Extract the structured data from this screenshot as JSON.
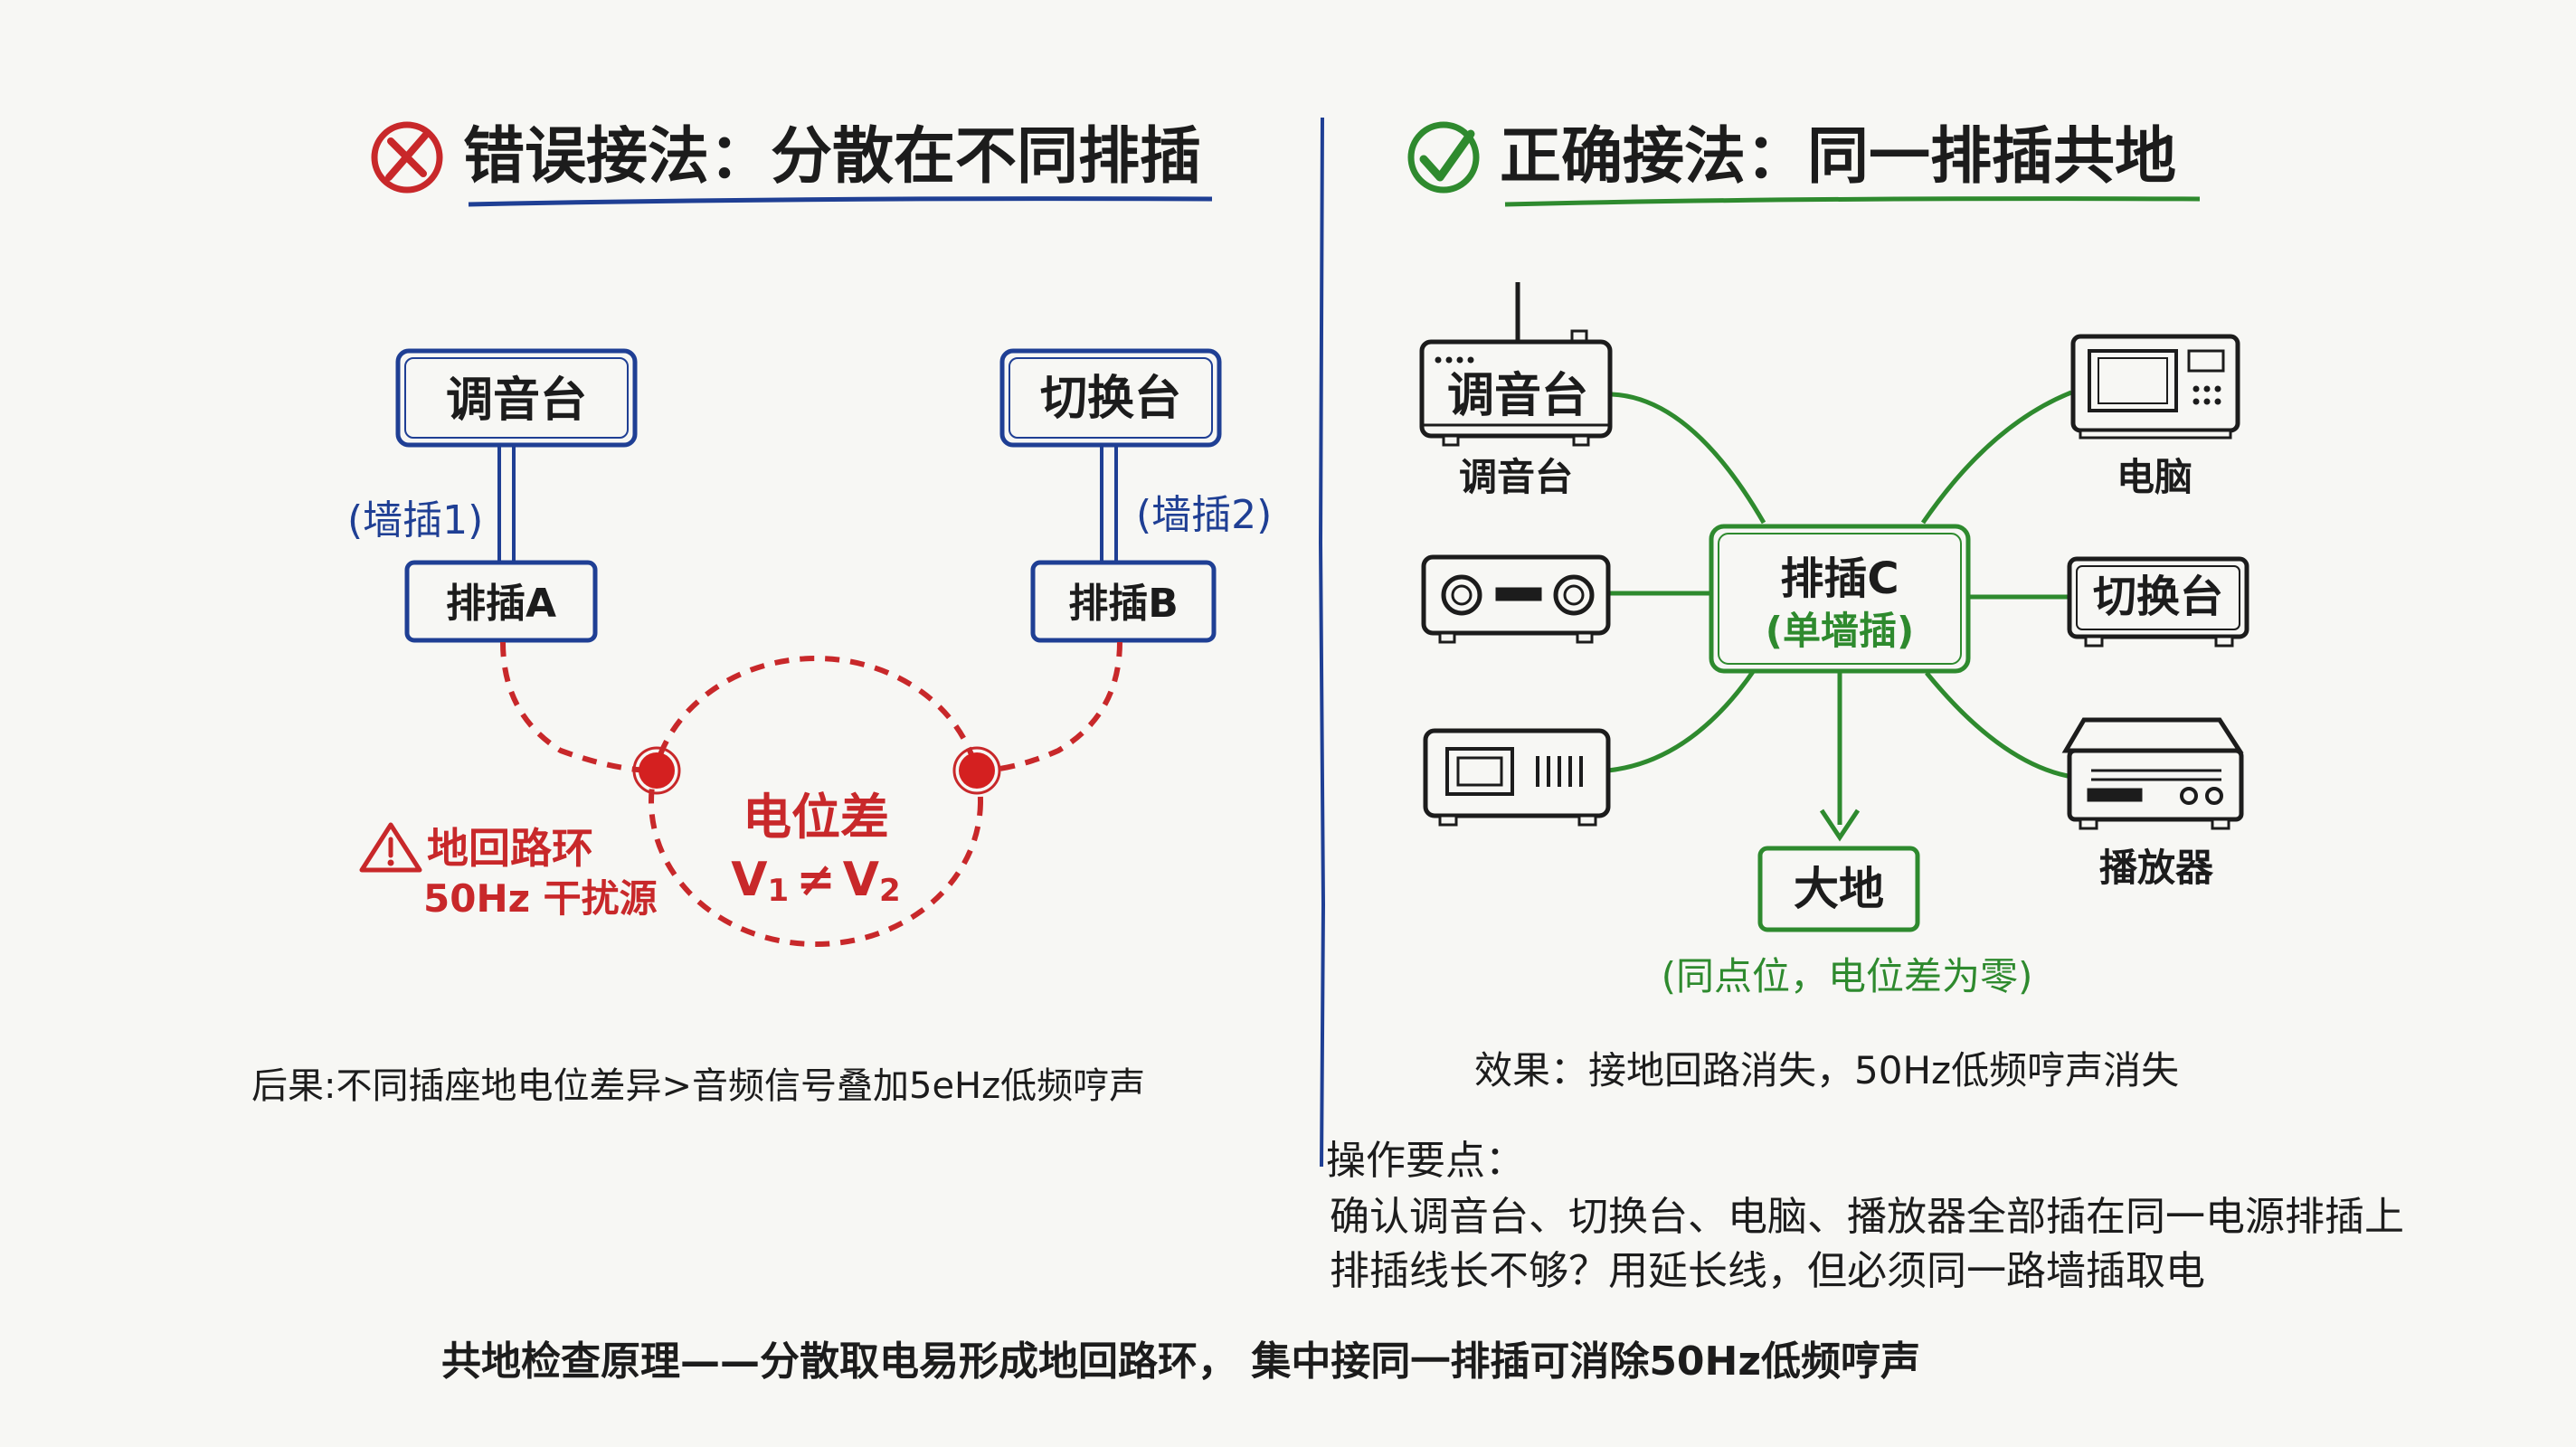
{
  "left": {
    "title": "错误接法：分散在不同排插",
    "mixer": "调音台",
    "switcher": "切换台",
    "wall1": "(墙插1)",
    "wall2": "(墙插2)",
    "strip_a": "排插A",
    "strip_b": "排插B",
    "potential_title": "电位差",
    "potential_v1": "V",
    "potential_v1_sub": "1",
    "potential_neq": "≠",
    "potential_v2": "V",
    "potential_v2_sub": "2",
    "loop_label": "地回路环",
    "loop_source": "50Hz 干扰源",
    "consequence": "后果:不同插座地电位差异>音频信号叠加5eHz低频哼声"
  },
  "right": {
    "title": "正确接法：同一排插共地",
    "strip_c": "排插C",
    "strip_c_sub": "(单墙插)",
    "mixer_label": "调音台",
    "mixer_device_text": "调音台",
    "computer_label": "电脑",
    "switcher_label": "切换台",
    "player_label": "播放器",
    "ground": "大地",
    "ground_note": "(同点位，电位差为零)",
    "effect": "效果：接地回路消失，50Hz低频哼声消失",
    "tips_title": "操作要点：",
    "tips_1": "确认调音台、切换台、电脑、播放器全部插在同一电源排插上",
    "tips_2": "排插线长不够？用延长线，但必须同一路墙插取电"
  },
  "footer": {
    "summary": "共地检查原理——分散取电易形成地回路环，  集中接同一排插可消除50Hz低频哼声"
  },
  "colors": {
    "wrong": "#c8282a",
    "wrong_blue": "#1f3f94",
    "right": "#2e8a2e",
    "ink": "#1c1c1c"
  }
}
